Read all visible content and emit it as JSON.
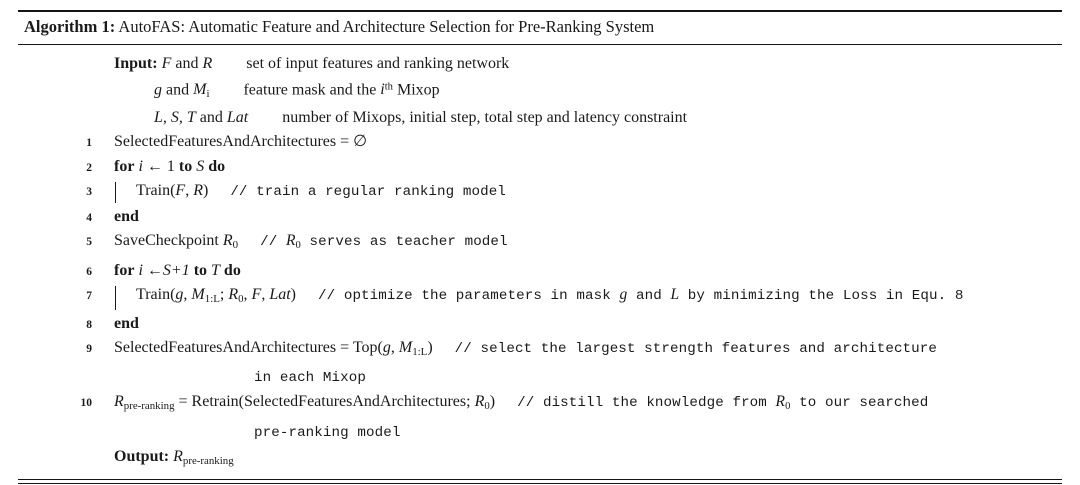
{
  "caption": {
    "label": "Algorithm 1:",
    "title": "AutoFAS: Automatic Feature and Architecture Selection for Pre-Ranking System"
  },
  "input": {
    "keyword": "Input:",
    "rows": [
      {
        "symbols": "F and R",
        "description": "set of input features and ranking network"
      },
      {
        "symbols": "g and Mi",
        "description": "feature mask and the ith Mixop"
      },
      {
        "symbols": "L, S, T and Lat",
        "description": "number of Mixops, initial step, total step and latency constraint"
      }
    ]
  },
  "output": {
    "keyword": "Output:",
    "value": "Rpre-ranking"
  },
  "steps": [
    {
      "num": "1",
      "code": "SelectedFeaturesAndArchitectures = ∅",
      "comment": ""
    },
    {
      "num": "2",
      "code": "for i ← 1 to S do",
      "comment": ""
    },
    {
      "num": "3",
      "code": "Train(F, R)",
      "comment": "// train a regular ranking model"
    },
    {
      "num": "4",
      "code": "end",
      "comment": ""
    },
    {
      "num": "5",
      "code": "SaveCheckpoint R0",
      "comment": "// R0 serves as teacher model"
    },
    {
      "num": "6",
      "code": "for i ←S+1 to T do",
      "comment": ""
    },
    {
      "num": "7",
      "code": "Train(g, M1:L; R0, F, Lat)",
      "comment": "// optimize the parameters in mask g and L by minimizing the Loss in Equ. 8"
    },
    {
      "num": "8",
      "code": "end",
      "comment": ""
    },
    {
      "num": "9",
      "code": "SelectedFeaturesAndArchitectures = Top(g, M1:L)",
      "comment": "// select the largest strength features and architecture in each Mixop"
    },
    {
      "num": "10",
      "code": "Rpre-ranking = Retrain(SelectedFeaturesAndArchitectures; R0)",
      "comment": "// distill the knowledge from R0 to our searched pre-ranking model"
    }
  ],
  "fragments": {
    "set_empty": "∅",
    "for_kw": "for",
    "to_kw": "to",
    "do_kw": "do",
    "end_kw": "end",
    "arrow": "←",
    "one": "1",
    "train": "Train",
    "savecheckpoint": "SaveCheckpoint",
    "top": "Top",
    "retrain": "Retrain",
    "selected": "SelectedFeaturesAndArchitectures",
    "eq": "=",
    "s_plus_1": "S+1",
    "c3": "// train a regular ranking model",
    "c5a": "//",
    "c5b": "serves as teacher model",
    "c7a": "// optimize the parameters in mask",
    "c7b": "and",
    "c7c": "by minimizing the Loss in Equ. 8",
    "c9a": "// select the largest strength features and architecture",
    "c9b": "in each Mixop",
    "c10a": "// distill the knowledge from",
    "c10b": "to our searched",
    "c10c": "pre-ranking model",
    "in_set": "set of input features and ranking network",
    "in_mask": "feature mask and the",
    "in_mixop": "Mixop",
    "in_nums": "number of Mixops, initial step, total step and latency constraint",
    "and": "and",
    "th": "th",
    "pre_ranking_sub": "pre-ranking"
  }
}
